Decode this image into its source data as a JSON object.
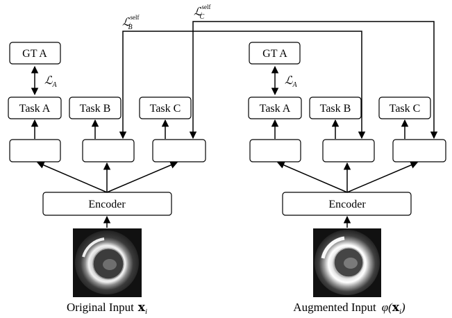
{
  "left": {
    "gt_label": "GT A",
    "task_a": "Task A",
    "task_b": "Task B",
    "task_c": "Task C",
    "encoder": "Encoder",
    "loss_main": "ℒ",
    "loss_sub": "A",
    "caption_text": "Original Input",
    "caption_bold": "x",
    "caption_sub": "i"
  },
  "right": {
    "gt_label": "GT A",
    "task_a": "Task A",
    "task_b": "Task B",
    "task_c": "Task C",
    "encoder": "Encoder",
    "loss_main": "ℒ",
    "loss_sub": "A",
    "caption_text": "Augmented Input",
    "caption_phi": "φ(",
    "caption_bold": "x",
    "caption_sub": "i",
    "caption_close": ")"
  },
  "self_losses": {
    "b_main": "ℒ",
    "b_sup": "self",
    "b_sub": "B",
    "c_main": "ℒ",
    "c_sup": "self",
    "c_sub": "C"
  }
}
